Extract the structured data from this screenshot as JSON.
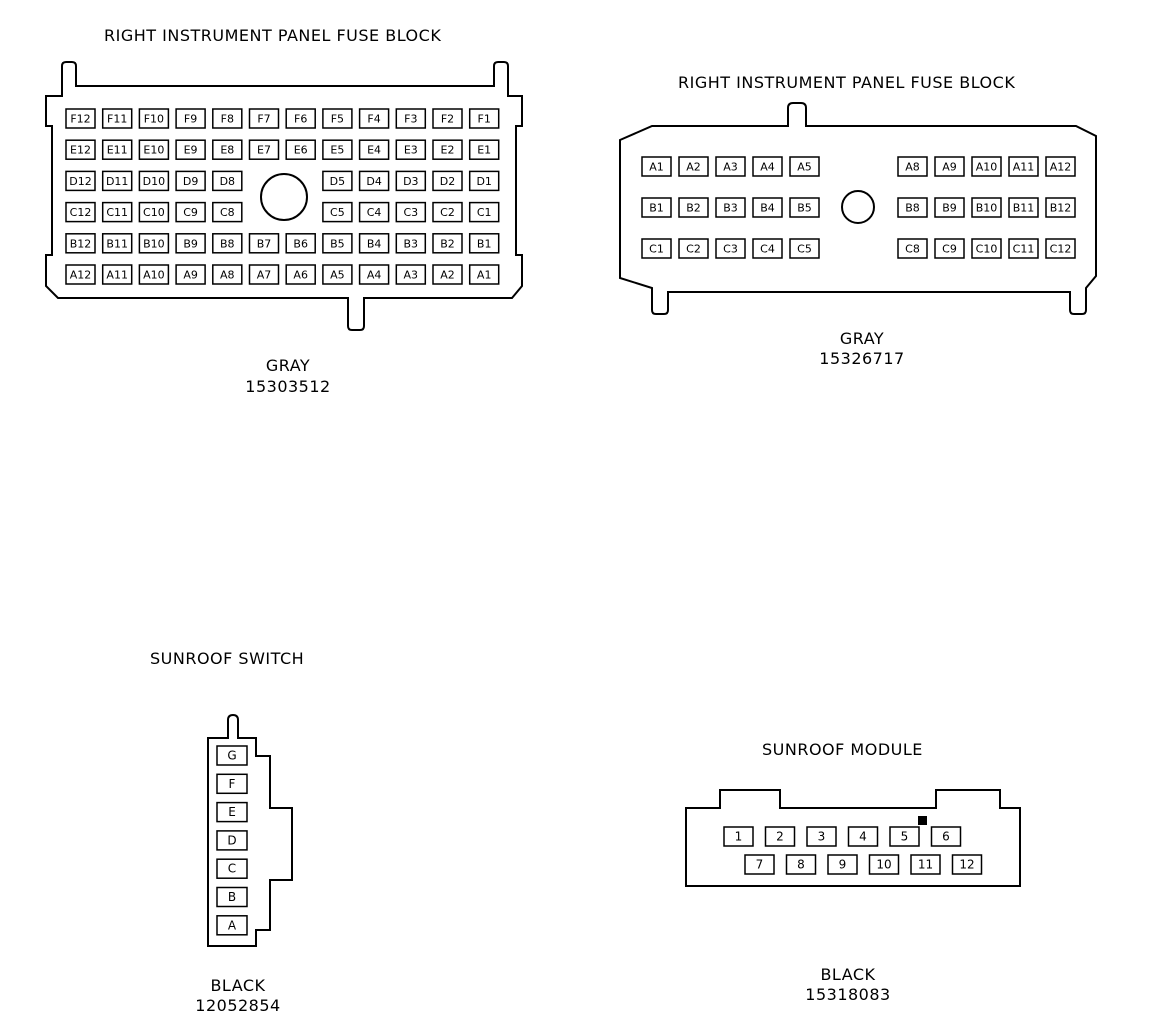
{
  "connectors": {
    "c1": {
      "title": "RIGHT INSTRUMENT PANEL FUSE BLOCK",
      "color": "GRAY",
      "part": "15303512",
      "rows": [
        [
          "F12",
          "F11",
          "F10",
          "F9",
          "F8",
          "F7",
          "F6",
          "F5",
          "F4",
          "F3",
          "F2",
          "F1"
        ],
        [
          "E12",
          "E11",
          "E10",
          "E9",
          "E8",
          "E7",
          "E6",
          "E5",
          "E4",
          "E3",
          "E2",
          "E1"
        ],
        [
          "D12",
          "D11",
          "D10",
          "D9",
          "D8",
          "",
          "",
          "D5",
          "D4",
          "D3",
          "D2",
          "D1"
        ],
        [
          "C12",
          "C11",
          "C10",
          "C9",
          "C8",
          "",
          "",
          "C5",
          "C4",
          "C3",
          "C2",
          "C1"
        ],
        [
          "B12",
          "B11",
          "B10",
          "B9",
          "B8",
          "B7",
          "B6",
          "B5",
          "B4",
          "B3",
          "B2",
          "B1"
        ],
        [
          "A12",
          "A11",
          "A10",
          "A9",
          "A8",
          "A7",
          "A6",
          "A5",
          "A4",
          "A3",
          "A2",
          "A1"
        ]
      ]
    },
    "c2": {
      "title": "RIGHT INSTRUMENT PANEL FUSE BLOCK",
      "color": "GRAY",
      "part": "15326717",
      "left_rows": [
        [
          "A1",
          "A2",
          "A3",
          "A4",
          "A5"
        ],
        [
          "B1",
          "B2",
          "B3",
          "B4",
          "B5"
        ],
        [
          "C1",
          "C2",
          "C3",
          "C4",
          "C5"
        ]
      ],
      "right_rows": [
        [
          "A8",
          "A9",
          "A10",
          "A11",
          "A12"
        ],
        [
          "B8",
          "B9",
          "B10",
          "B11",
          "B12"
        ],
        [
          "C8",
          "C9",
          "C10",
          "C11",
          "C12"
        ]
      ]
    },
    "c3": {
      "title": "SUNROOF SWITCH",
      "color": "BLACK",
      "part": "12052854",
      "pins": [
        "G",
        "F",
        "E",
        "D",
        "C",
        "B",
        "A"
      ]
    },
    "c4": {
      "title": "SUNROOF MODULE",
      "color": "BLACK",
      "part": "15318083",
      "top_row": [
        "1",
        "2",
        "3",
        "4",
        "5",
        "6"
      ],
      "bottom_row": [
        "7",
        "8",
        "9",
        "10",
        "11",
        "12"
      ]
    }
  }
}
